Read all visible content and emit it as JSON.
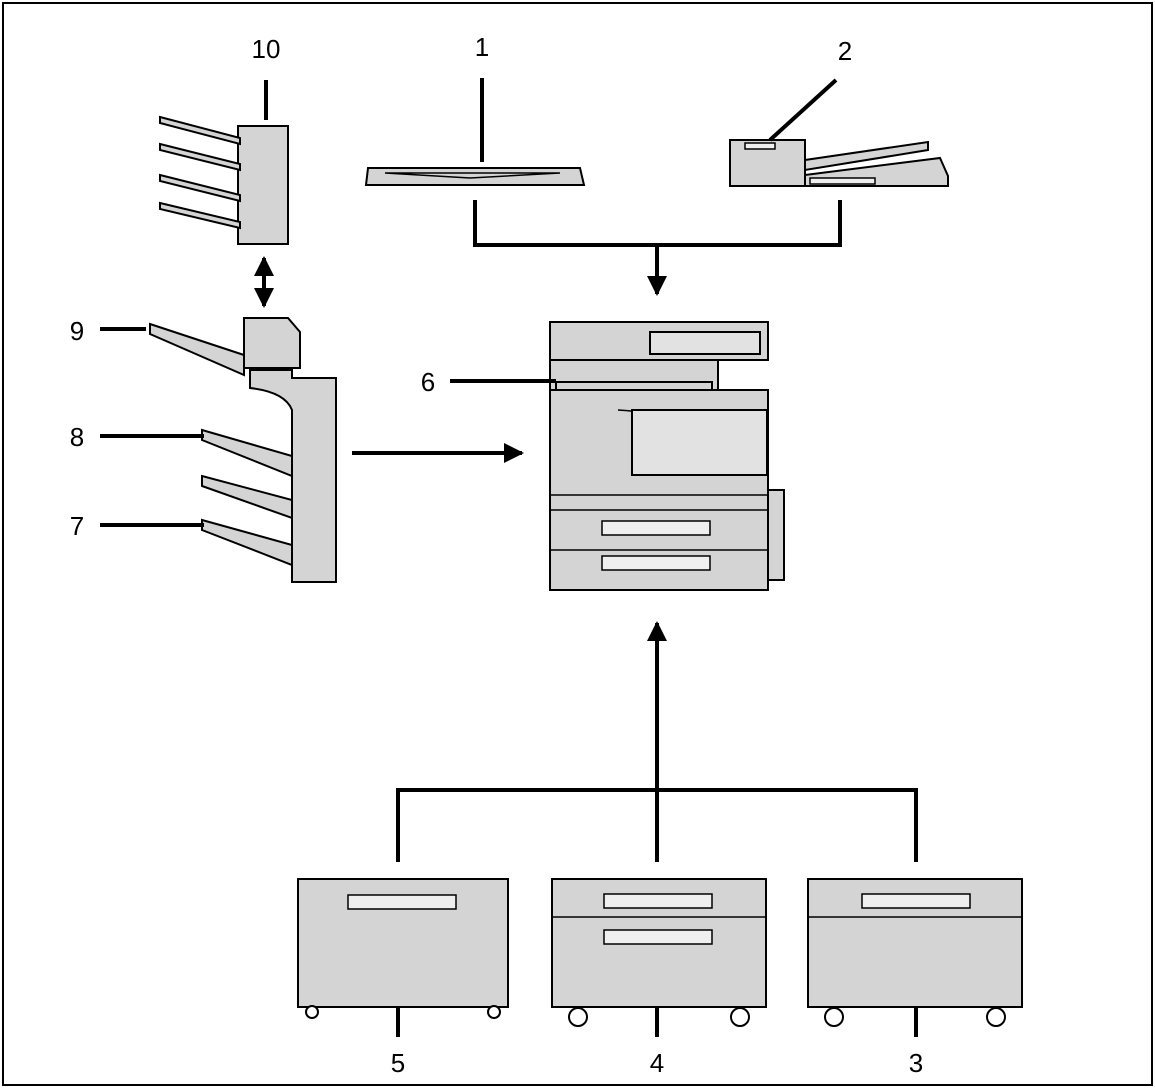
{
  "callouts": {
    "c1": "1",
    "c2": "2",
    "c3": "3",
    "c4": "4",
    "c5": "5",
    "c6": "6",
    "c7": "7",
    "c8": "8",
    "c9": "9",
    "c10": "10"
  },
  "colors": {
    "device_fill": "#d4d4d4",
    "line": "#000000",
    "background": "#ffffff"
  }
}
